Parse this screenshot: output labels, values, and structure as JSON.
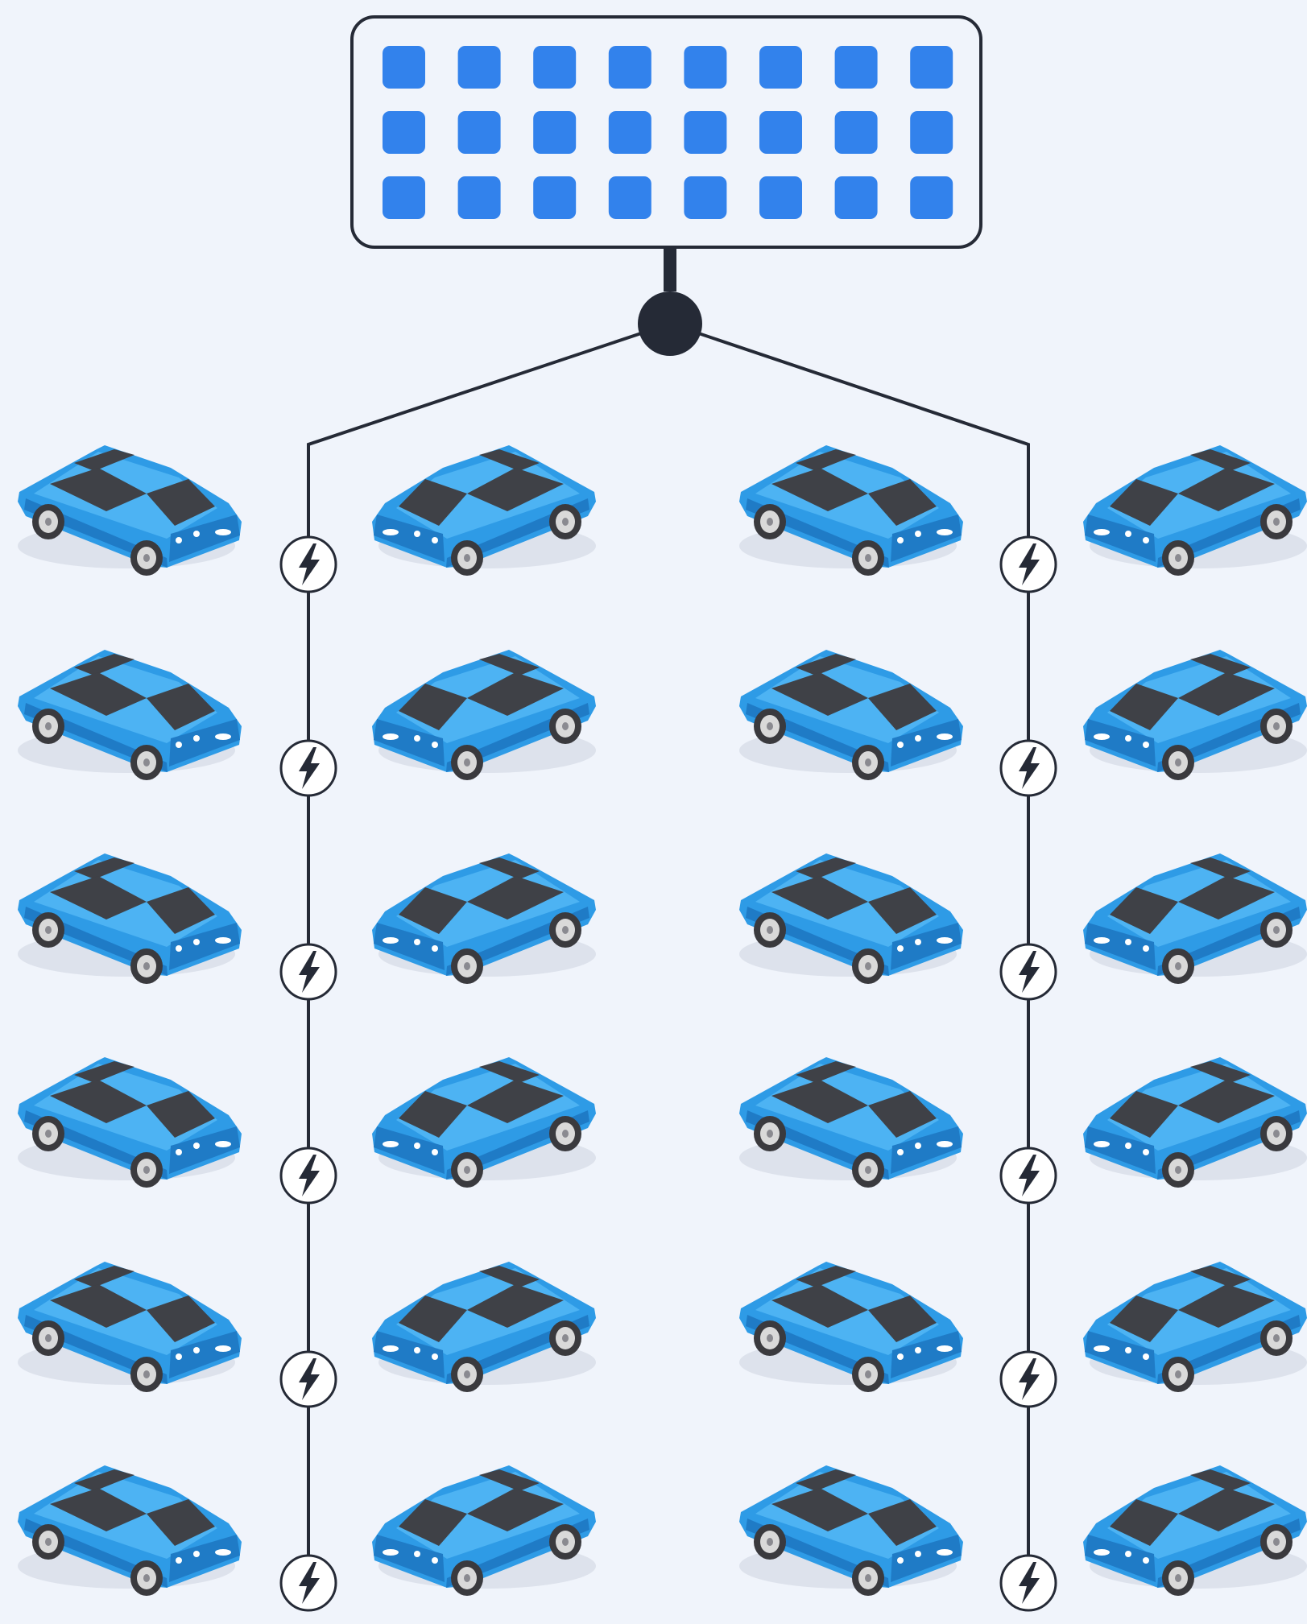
{
  "colors": {
    "background": "#f0f4fb",
    "panel_cell": "#3282ec",
    "panel_border": "#252a36",
    "wire": "#252a36",
    "car_body": "#2e9be6",
    "car_body_light": "#4db3f3",
    "car_body_dark": "#1f7bc6",
    "car_glass": "#3f4147",
    "wheel": "#3a3a3e",
    "hub": "#d9d9d9"
  },
  "icons": {
    "hub": "junction-node-icon",
    "charger": "charging-bolt-icon",
    "vehicle": "electric-car-icon"
  },
  "panel": {
    "rows": 3,
    "cols": 8
  },
  "branches": [
    {
      "id": "left",
      "chargers": 6,
      "cars_left": "facing-right",
      "cars_right": "facing-left"
    },
    {
      "id": "right",
      "chargers": 6,
      "cars_left": "facing-right",
      "cars_right": "facing-left"
    }
  ]
}
